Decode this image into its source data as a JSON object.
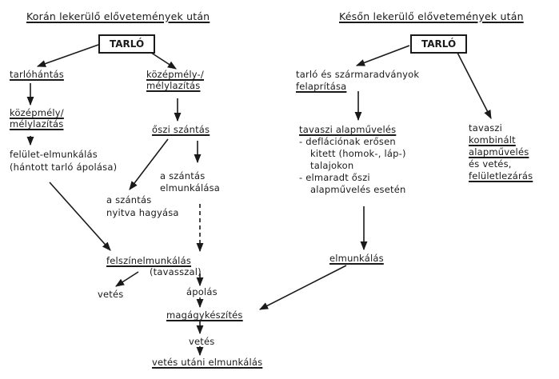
{
  "left": {
    "header": "Korán lekerülő elővetemények után",
    "box": "TARLÓ",
    "tarlohantas": "tarlóhántás",
    "kozepmely1": "középmély-/",
    "mely1": "mélylazítás",
    "kozepmely2_a": "középmély/",
    "kozepmely2_b": "mélylazítás",
    "oszi": "őszi szántás",
    "felulet_a": "felület-elmunkálás",
    "felulet_b": "(hántott tarló ápolása)",
    "szantas_elm_a": "a szántás",
    "szantas_elm_b": "elmunkálása",
    "nyitva_a": "a szántás",
    "nyitva_b": "nyitva hagyása",
    "felszin": "felszínelmunkálás",
    "tavasszal": "(tavasszal)",
    "vetes": "vetés",
    "apolas": "ápolás",
    "magagy": "magágykészítés",
    "vetes2": "vetés",
    "vetes_utani": "vetés utáni elmunkálás"
  },
  "right": {
    "header": "Későn lekerülő elővetemények után",
    "box": "TARLÓ",
    "tarlo_a": "tarló és szármaradványok",
    "tarlo_b": "felaprítása",
    "tavaszi_alap": "tavaszi alapművelés",
    "defl_1": "- deflációnak erősen",
    "defl_2": "kitett (homok-, láp-)",
    "defl_3": "talajokon",
    "elm_1": "- elmaradt őszi",
    "elm_2": "alapművelés esetén",
    "elmunkalas": "elmunkálás",
    "komb_1": "tavaszi",
    "komb_2": "kombinált",
    "komb_3": "alapművelés",
    "komb_4": "és vetés,",
    "komb_5": "felületlezárás"
  }
}
